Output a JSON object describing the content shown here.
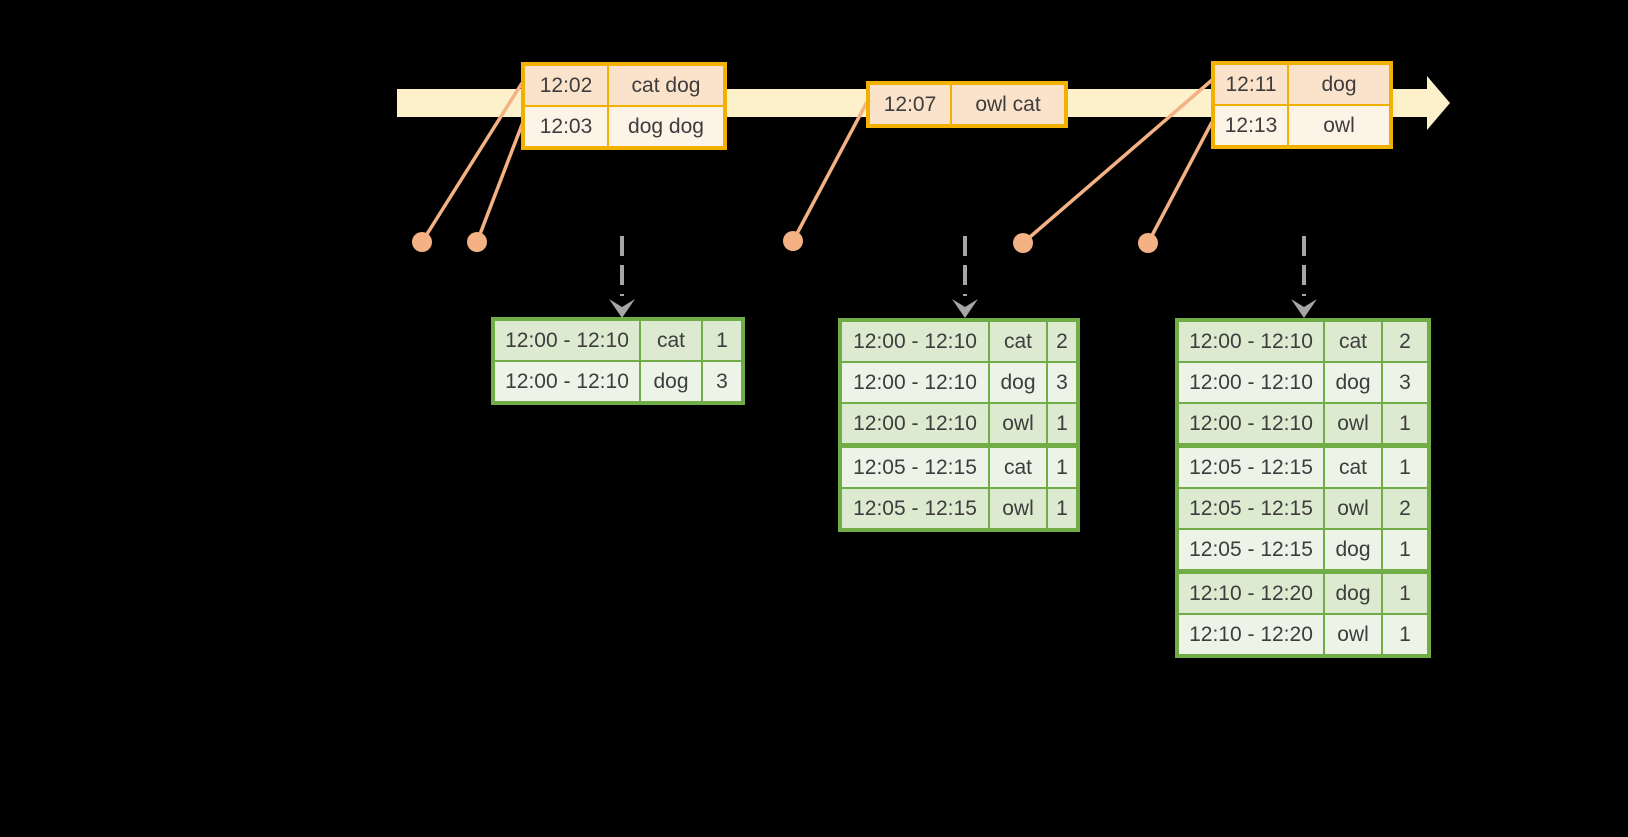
{
  "diagram": {
    "kind": "streaming-windowed-aggregation-timeline",
    "background": "#000000"
  },
  "palette": {
    "timeline_band": "#fcf1cb",
    "event_border_gold": "#f2b100",
    "event_row_dark": "#fbe3cb",
    "event_row_light": "#fdf3e7",
    "connector_salmon": "#f4b183",
    "result_border_green": "#70ad47",
    "result_row_dark": "#dcead0",
    "result_row_light": "#edf4e7",
    "trigger_arrow_gray": "#a6a6a6",
    "text": "#3d3d3d"
  },
  "event_tables": {
    "t1": {
      "rows": [
        [
          "12:02",
          "cat dog"
        ],
        [
          "12:03",
          "dog dog"
        ]
      ]
    },
    "t2": {
      "rows": [
        [
          "12:07",
          "owl cat"
        ]
      ]
    },
    "t3": {
      "rows": [
        [
          "12:11",
          "dog"
        ],
        [
          "12:13",
          "owl"
        ]
      ]
    }
  },
  "window_tables": {
    "w1": {
      "rows": [
        [
          "12:00 - 12:10",
          "cat",
          "1"
        ],
        [
          "12:00 - 12:10",
          "dog",
          "3"
        ]
      ],
      "group_starts": []
    },
    "w2": {
      "rows": [
        [
          "12:00 - 12:10",
          "cat",
          "2"
        ],
        [
          "12:00 - 12:10",
          "dog",
          "3"
        ],
        [
          "12:00 - 12:10",
          "owl",
          "1"
        ],
        [
          "12:05 - 12:15",
          "cat",
          "1"
        ],
        [
          "12:05 - 12:15",
          "owl",
          "1"
        ]
      ],
      "group_starts": [
        3
      ]
    },
    "w3": {
      "rows": [
        [
          "12:00 - 12:10",
          "cat",
          "2"
        ],
        [
          "12:00 - 12:10",
          "dog",
          "3"
        ],
        [
          "12:00 - 12:10",
          "owl",
          "1"
        ],
        [
          "12:05 - 12:15",
          "cat",
          "1"
        ],
        [
          "12:05 - 12:15",
          "owl",
          "2"
        ],
        [
          "12:05 - 12:15",
          "dog",
          "1"
        ],
        [
          "12:10 - 12:20",
          "dog",
          "1"
        ],
        [
          "12:10 - 12:20",
          "owl",
          "1"
        ]
      ],
      "group_starts": [
        3,
        6
      ]
    }
  }
}
